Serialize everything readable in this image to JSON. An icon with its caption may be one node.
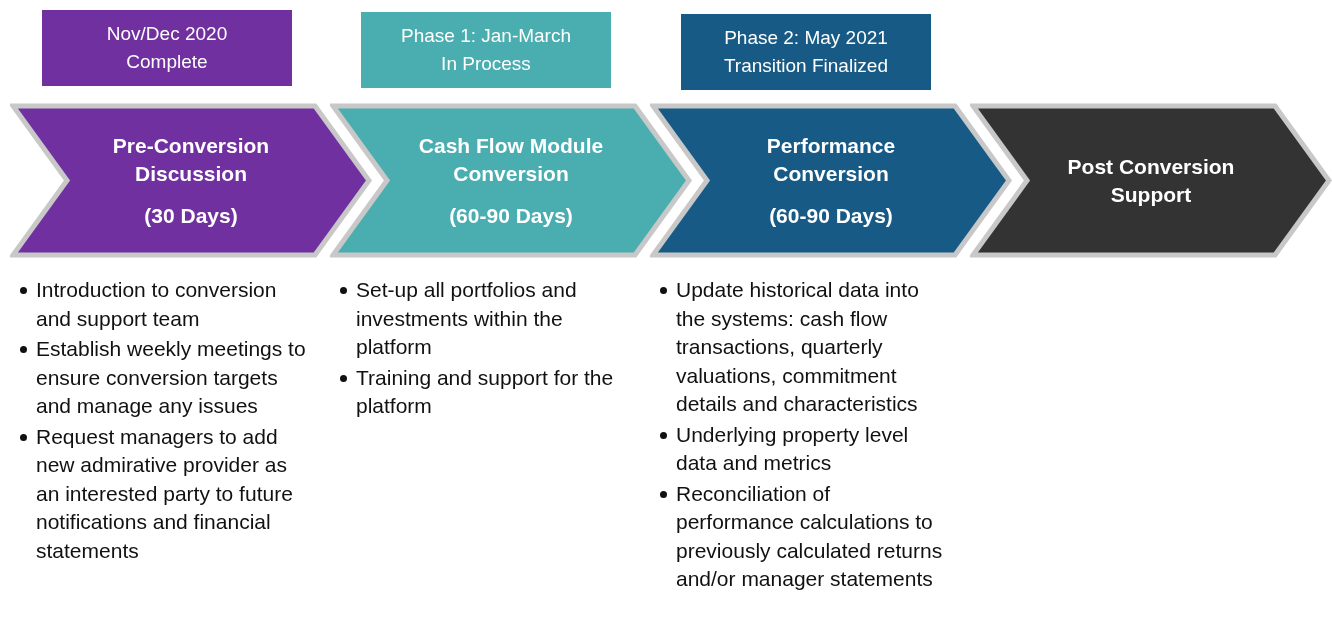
{
  "diagram": {
    "nodes": [
      {
        "text": [
          "Nov/Dec 2020",
          "Complete"
        ]
      },
      {
        "text": [
          "Phase 1: Jan-March",
          "In Process"
        ]
      },
      {
        "text": [
          "Phase 2: May 2021",
          "Transition Finalized"
        ]
      },
      {
        "text": [
          "Pre-Conversion Discussion",
          "(30 Days)"
        ],
        "beside": [
          "Introduction to conversion and support team",
          "Establish weekly meetings to ensure conversion targets and manage any issues",
          "Request managers to add new admirative provider as an interested party to future notifications and financial statements"
        ]
      },
      {
        "text": [
          "Cash Flow Module Conversion",
          "(60-90 Days)"
        ],
        "beside": [
          "Set-up all portfolios and investments within the platform",
          "Training and support for the platform"
        ]
      },
      {
        "text": [
          "Performance Conversion",
          "(60-90 Days)"
        ],
        "beside": [
          "Update historical data into the systems: cash flow transactions, quarterly valuations, commitment details and characteristics",
          "Underlying property level data and metrics",
          "Reconciliation of performance calculations to previously calculated returns and/or manager statements"
        ]
      },
      {
        "text": [
          "Post Conversion Support"
        ]
      }
    ]
  }
}
